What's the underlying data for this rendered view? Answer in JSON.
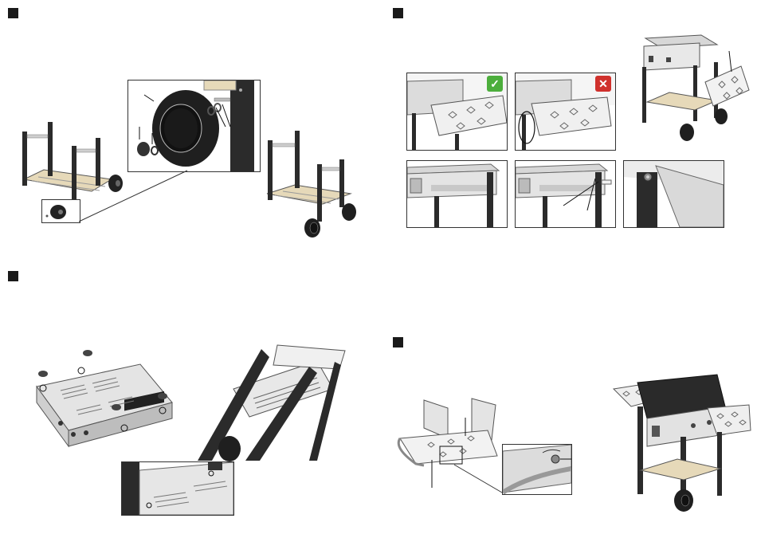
{
  "steps": [
    {
      "id": "wheels"
    },
    {
      "id": "side-shelf-left"
    },
    {
      "id": "grill-body"
    },
    {
      "id": "side-shelf-right"
    }
  ],
  "badges": {
    "correct": "✓",
    "wrong": "✕"
  },
  "colors": {
    "frame": "#2b2b2b",
    "wood": "#e6d9b9",
    "steel": "#d7d7d7",
    "correct": "#4cae3c",
    "wrong": "#d0312d"
  }
}
